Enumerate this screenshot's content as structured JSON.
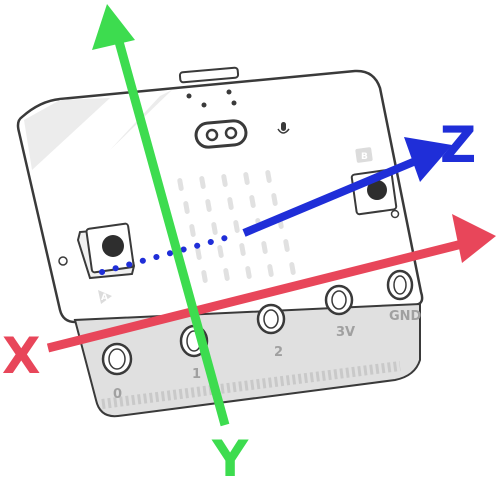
{
  "diagram": {
    "axes": {
      "x": {
        "label": "X",
        "color": "#e8465a"
      },
      "y": {
        "label": "Y",
        "color": "#3ddc4f"
      },
      "z": {
        "label": "Z",
        "color": "#1f2ed8"
      }
    },
    "board": {
      "buttons": {
        "a": "A",
        "b": "B"
      },
      "pins": [
        "0",
        "1",
        "2",
        "3V",
        "GND"
      ],
      "led_columns": 5,
      "led_rows": 5
    },
    "colors": {
      "board_fill": "#ffffff",
      "board_stroke": "#3a3a3a",
      "led": "#e1e1e1",
      "triangle": "#ebebeb",
      "edge": "#d8d8d8"
    }
  }
}
